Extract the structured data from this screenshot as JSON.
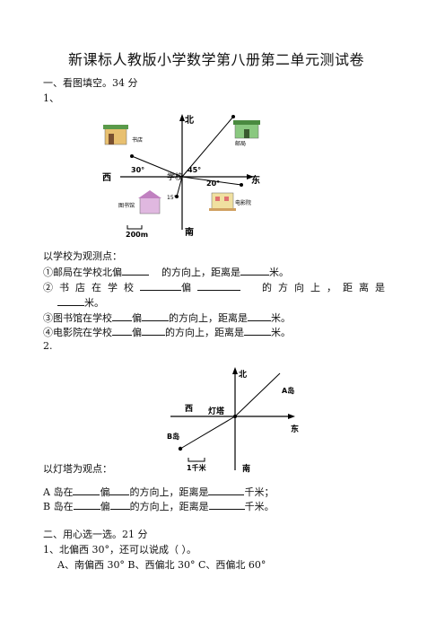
{
  "title": "新课标人教版小学数学第八册第二单元测试卷",
  "section1": {
    "heading": "一、看图填空。34 分",
    "q1_num": "1、",
    "map1": {
      "north": "北",
      "south": "南",
      "east": "东",
      "west": "西",
      "center": "学校",
      "bookstore": "书店",
      "post_office": "邮局",
      "library": "图书馆",
      "cinema": "电影院",
      "angle_30": "30°",
      "angle_45": "45°",
      "angle_20": "20°",
      "angle_15": "15°",
      "scale": "200m"
    },
    "observe1": "以学校为观测点：",
    "items": [
      {
        "a": "①邮局在学校北偏",
        "b": "的方向上，距离是",
        "c": "米。"
      },
      {
        "a": "②书店在学校",
        "b": "偏",
        "c": "的方向上，距离是",
        "d": "米。"
      },
      {
        "a": "③图书馆在学校",
        "b": "偏",
        "c": "的方向上，距离是",
        "d": "米。"
      },
      {
        "a": "④电影院在学校",
        "b": "偏",
        "c": "的方向上，距离是",
        "d": "米。"
      }
    ],
    "q2_num": "2.",
    "map2": {
      "north": "北",
      "south": "南",
      "east": "东",
      "west": "西",
      "center": "灯塔",
      "a_island": "A岛",
      "b_island": "B岛",
      "scale": "1千米"
    },
    "observe2": "以灯塔为观点：",
    "a_line": {
      "a": "A 岛在",
      "b": "偏",
      "c": "的方向上，距离是",
      "d": "千米；"
    },
    "b_line": {
      "a": "B 岛在",
      "b": "偏",
      "c": "的方向上，距离是",
      "d": "千米。"
    }
  },
  "section2": {
    "heading": "二、用心选一选。21 分",
    "q1": "1、北偏西 30°，还可以说成（        ）。",
    "options": "A、南偏西 30°    B、西偏北 30°   C、西偏北 60°"
  }
}
